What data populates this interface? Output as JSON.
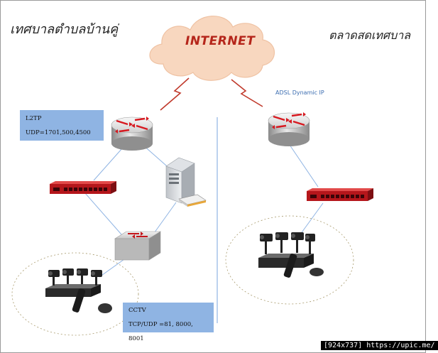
{
  "labels": {
    "left_title": "เทศบาลตำบลบ้านคู่",
    "right_title": "ตลาดสดเทศบาล",
    "internet": "INTERNET",
    "adsl": "ADSL Dynamic IP"
  },
  "l2tp_box": {
    "line1": "L2TP",
    "line2": "UDP=1701,500,4500"
  },
  "cctv_box": {
    "line1": "CCTV",
    "line2": "TCP/UDP =81, 8000, 8001"
  },
  "footer": "[924x737] https://upic.me/",
  "colors": {
    "cloud": "#f8d7bf",
    "cloud_edge": "#efc2a3",
    "router_arrows": "#d71920",
    "switch_red": "#c4161c",
    "note_bg": "#8fb4e3",
    "link_line": "#8fb4e3",
    "lightning": "#c0392b"
  },
  "icons": {
    "cloud": "internet-cloud-icon",
    "router": "router-icon",
    "switch": "switch-icon",
    "server": "server-icon",
    "dvr": "dvr-camera-kit-icon"
  }
}
